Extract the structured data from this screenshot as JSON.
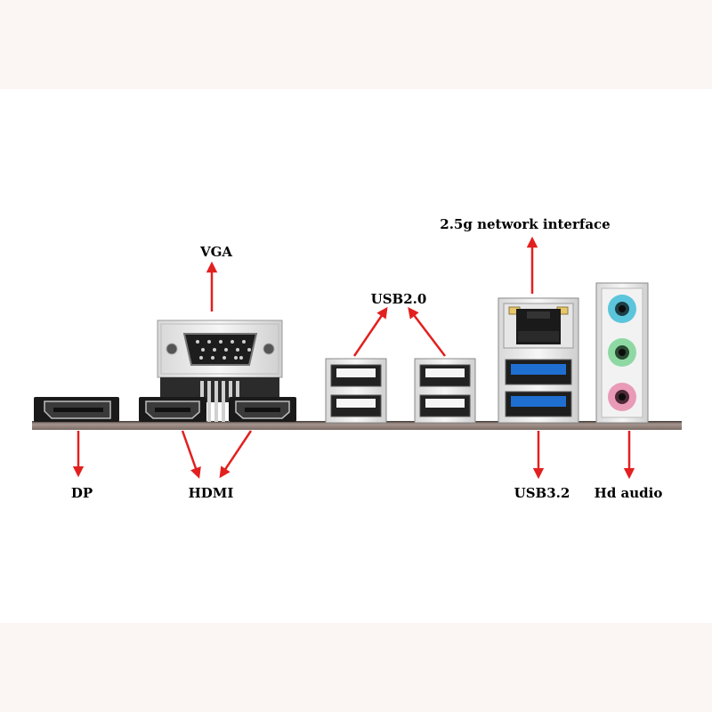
{
  "labels": {
    "vga": "VGA",
    "dp": "DP",
    "hdmi": "HDMI",
    "usb2": "USB2.0",
    "network": "2.5g network interface",
    "usb3": "USB3.2",
    "audio": "Hd audio"
  },
  "colors": {
    "arrow": "#e2201f",
    "usb3_blue": "#1f6fd1",
    "audio_blue": "#5bc5dc",
    "audio_green": "#8ed9a3",
    "audio_pink": "#e99ab6",
    "plate": "#9a8a83"
  }
}
